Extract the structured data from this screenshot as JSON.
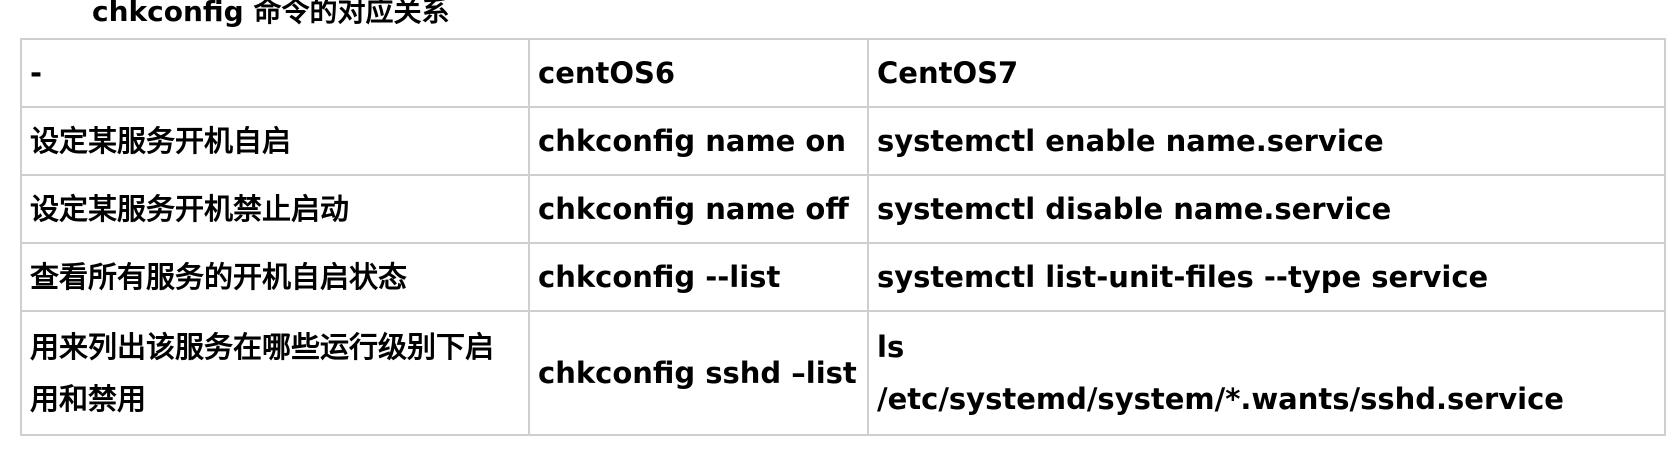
{
  "heading": "chkconfig 命令的对应关系",
  "table": {
    "header": [
      "-",
      "centOS6",
      "CentOS7"
    ],
    "rows": [
      [
        "设定某服务开机自启",
        "chkconfig name on",
        "systemctl enable name.service"
      ],
      [
        "设定某服务开机禁止启动",
        "chkconfig name off",
        "systemctl disable name.service"
      ],
      [
        "查看所有服务的开机自启状态",
        "chkconfig --list",
        "systemctl list-unit-files --type service"
      ],
      [
        "用来列出该服务在哪些运行级别下启用和禁用",
        "chkconfig sshd –list",
        "ls\n/etc/systemd/system/*.wants/sshd.service"
      ]
    ]
  }
}
